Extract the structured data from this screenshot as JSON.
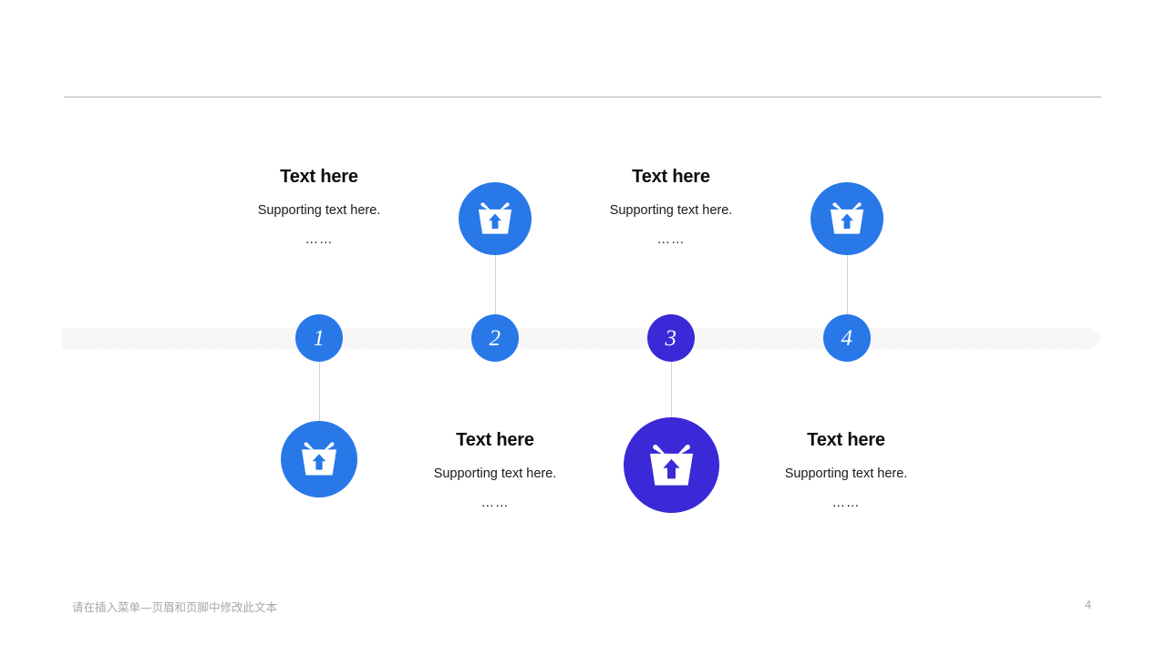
{
  "slide": {
    "page_number": "4",
    "footer_text": "请在插入菜单—页眉和页脚中修改此文本"
  },
  "colors": {
    "blue": "#2878e8",
    "purple": "#3b28d6",
    "bar": "#f2f2f2",
    "rule": "#b7b7b7",
    "connector": "#d2d2d2",
    "footer": "#a6a6a6"
  },
  "timeline": {
    "steps": [
      {
        "number": "1",
        "color": "#2878e8",
        "icon": "basket-upload-icon",
        "icon_color": "#2878e8",
        "icon_position": "below",
        "text_position": "above",
        "heading": "Text here",
        "support": "Supporting text here.",
        "dots": "……"
      },
      {
        "number": "2",
        "color": "#2878e8",
        "icon": "basket-upload-icon",
        "icon_color": "#2878e8",
        "icon_position": "above",
        "text_position": "below",
        "heading": "Text here",
        "support": "Supporting text here.",
        "dots": "……"
      },
      {
        "number": "3",
        "color": "#3b28d6",
        "icon": "basket-upload-icon",
        "icon_color": "#3b28d6",
        "icon_position": "below",
        "text_position": "above",
        "heading": "Text here",
        "support": "Supporting text here.",
        "dots": "……"
      },
      {
        "number": "4",
        "color": "#2878e8",
        "icon": "basket-upload-icon",
        "icon_color": "#2878e8",
        "icon_position": "above",
        "text_position": "below",
        "heading": "Text here",
        "support": "Supporting text here.",
        "dots": "……"
      }
    ]
  }
}
